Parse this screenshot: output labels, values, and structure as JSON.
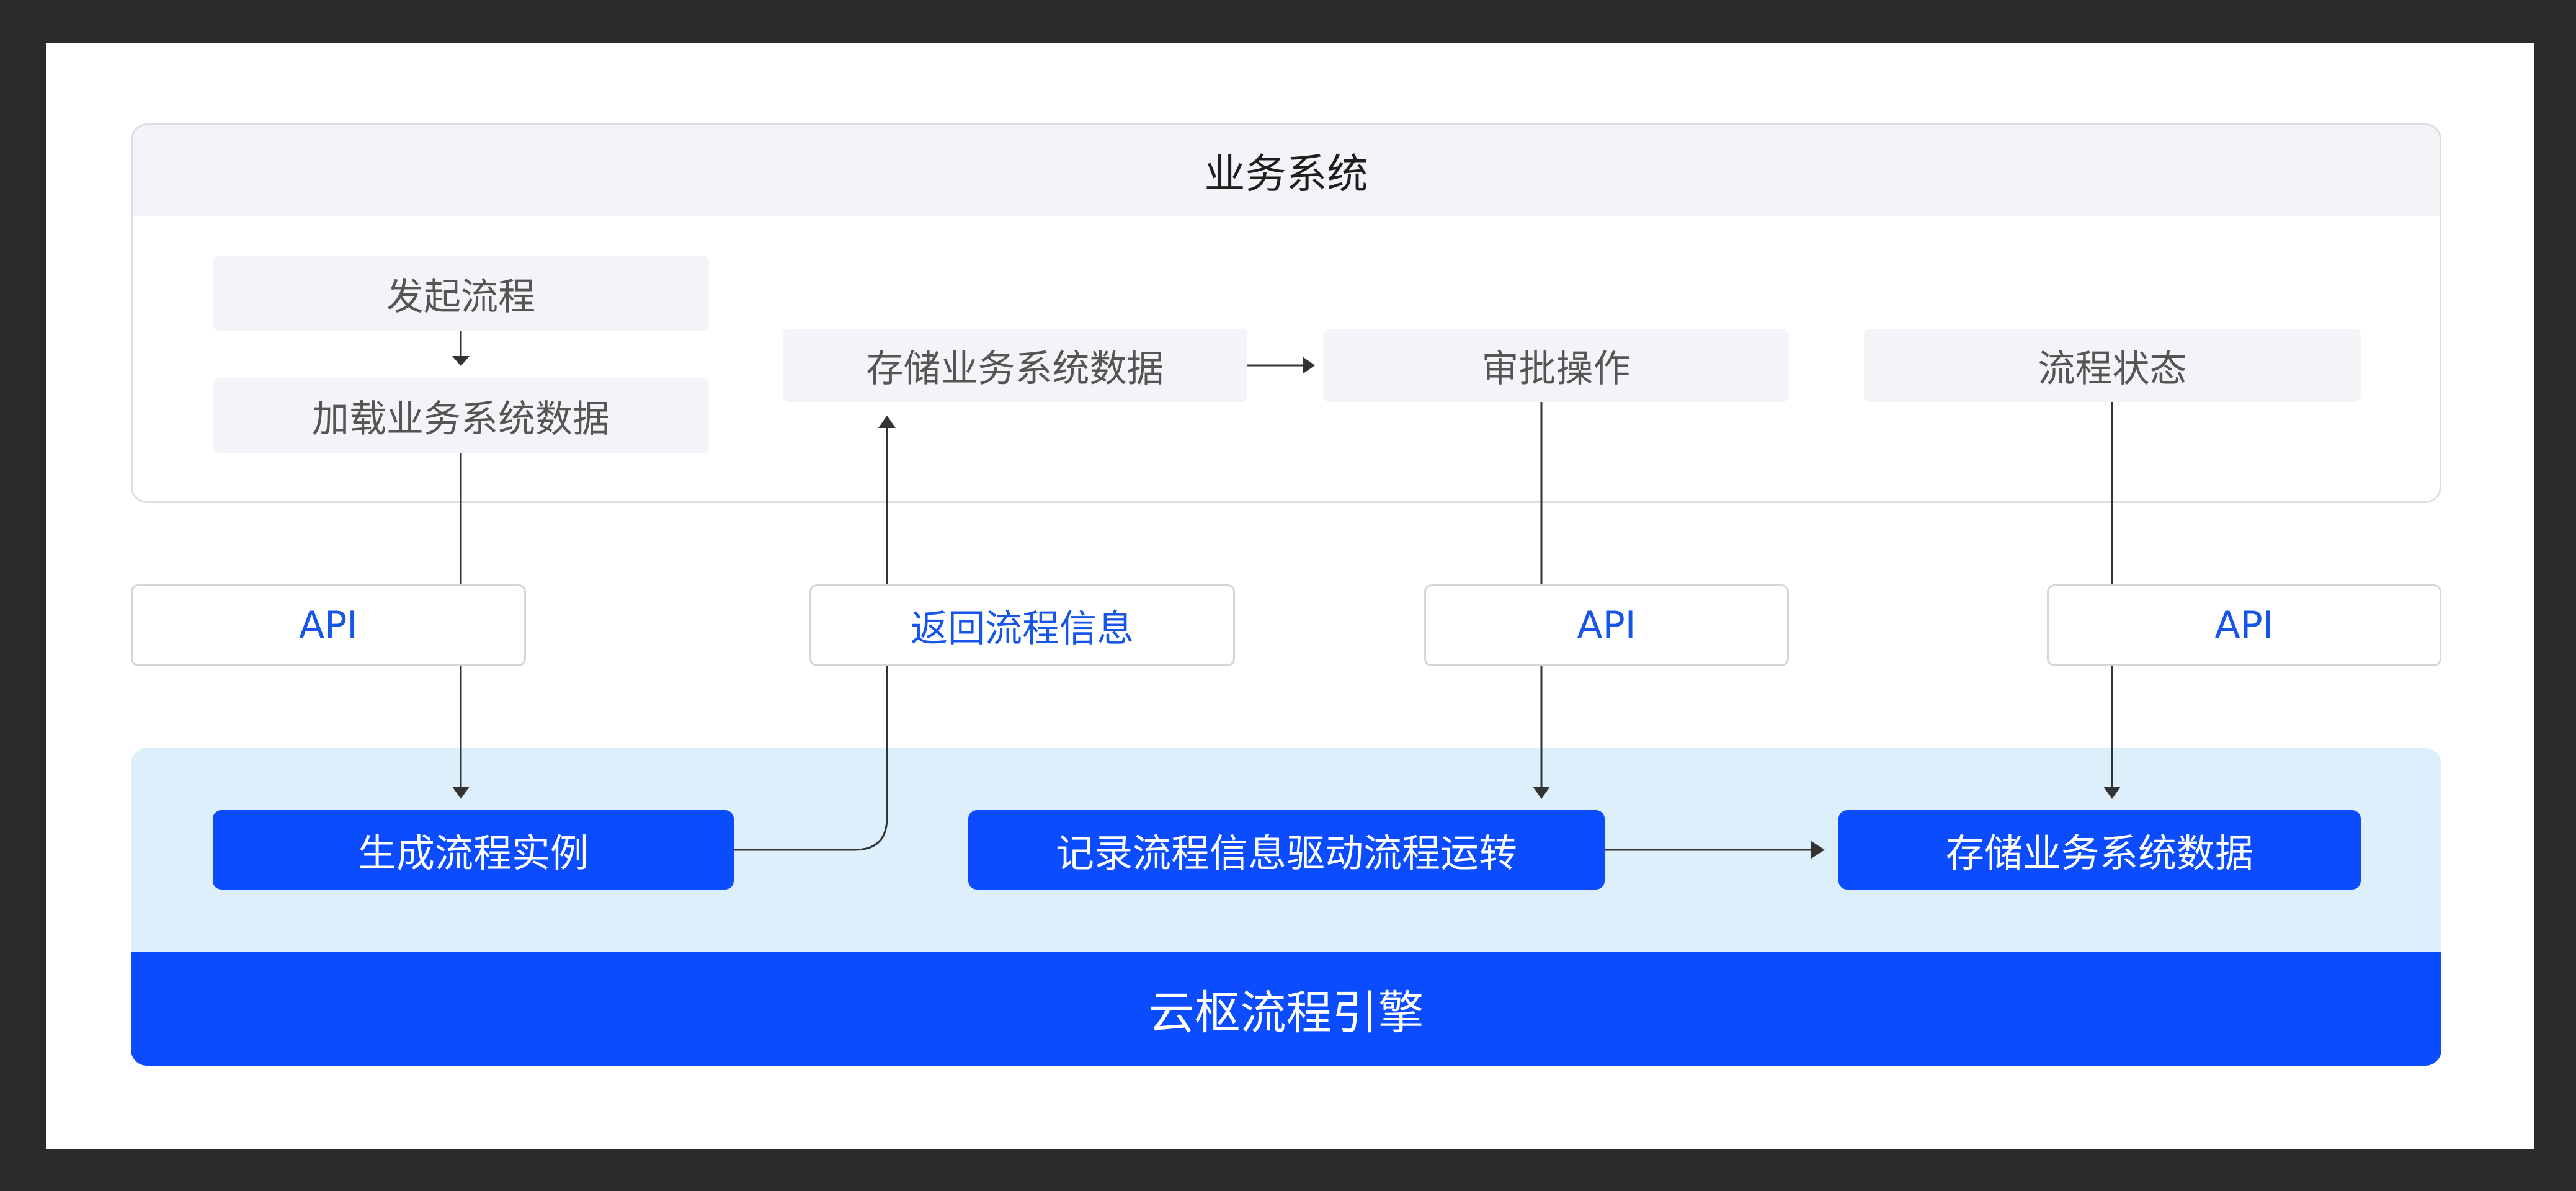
{
  "business_system": {
    "title": "业务系统",
    "steps": {
      "start_process": "发起流程",
      "load_data": "加载业务系统数据",
      "store_data": "存储业务系统数据",
      "approval": "审批操作",
      "process_status": "流程状态"
    }
  },
  "interfaces": {
    "api_1": "API",
    "return_info": "返回流程信息",
    "api_2": "API",
    "api_3": "API"
  },
  "engine": {
    "title": "云枢流程引擎",
    "steps": {
      "create_instance": "生成流程实例",
      "record_drive": "记录流程信息驱动流程运转",
      "store_data": "存储业务系统数据"
    }
  },
  "colors": {
    "page_border": "#2b2b2b",
    "panel_header": "#f3f4f7",
    "engine_background": "#ddeffa",
    "engine_blue": "#0b4cff",
    "api_text": "#1755e8",
    "connector": "#333333"
  }
}
